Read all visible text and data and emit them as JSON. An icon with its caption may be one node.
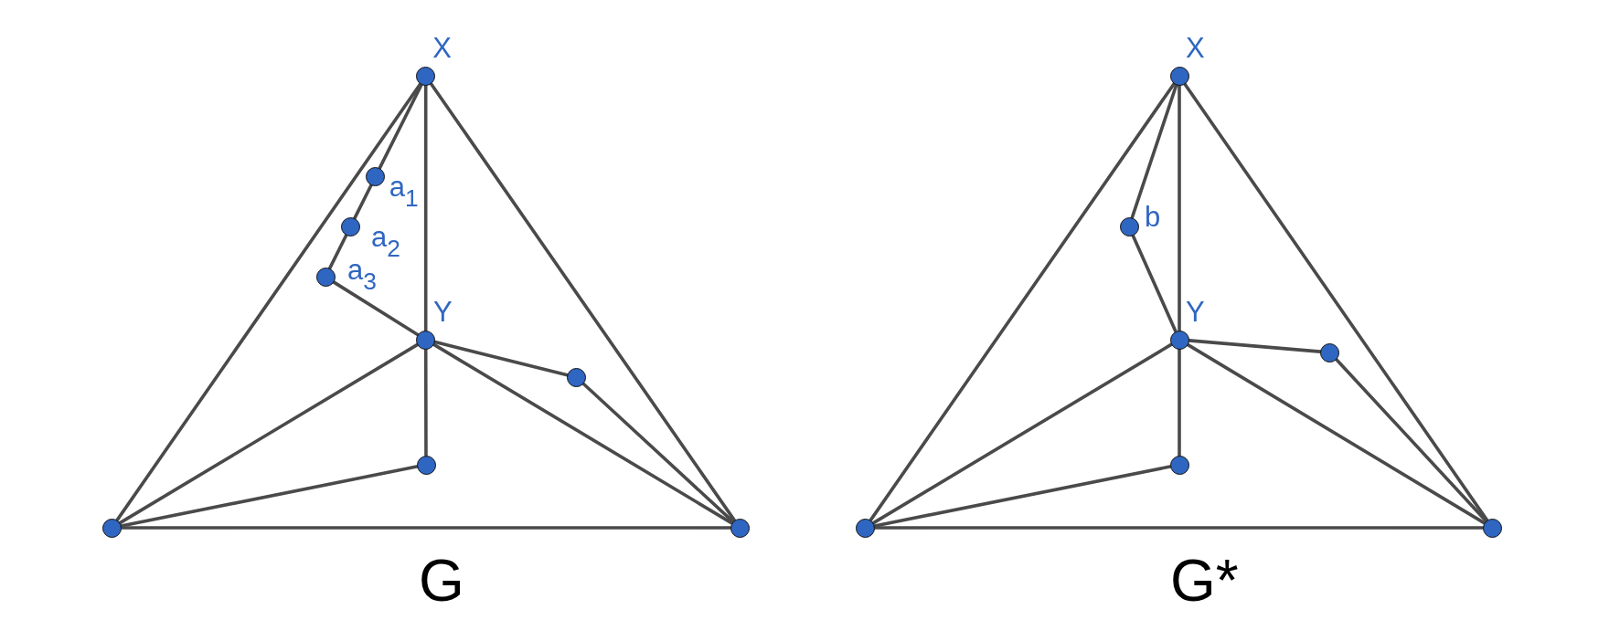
{
  "diagram": {
    "nodes": [
      {
        "text": [],
        "shape": "circle",
        "beside": [
          "X"
        ]
      },
      {
        "text": [],
        "shape": "circle",
        "beside": [
          "a$_{1}$"
        ]
      },
      {
        "text": [],
        "shape": "circle",
        "beside": [
          "a$_{2}$"
        ]
      },
      {
        "text": [],
        "shape": "circle",
        "beside": [
          "a$_{3}$"
        ]
      },
      {
        "text": [],
        "shape": "circle",
        "beside": [
          "Y"
        ]
      },
      {
        "text": [],
        "shape": "circle"
      },
      {
        "text": [],
        "shape": "circle"
      },
      {
        "text": [],
        "shape": "circle"
      },
      {
        "text": [],
        "shape": "circle"
      },
      {
        "text": [],
        "shape": "circle",
        "beside": [
          "X"
        ]
      },
      {
        "text": [],
        "shape": "circle",
        "beside": [
          "b"
        ]
      },
      {
        "text": [],
        "shape": "circle",
        "beside": [
          "Y"
        ]
      },
      {
        "text": [],
        "shape": "circle"
      },
      {
        "text": [],
        "shape": "circle"
      },
      {
        "text": [],
        "shape": "circle"
      },
      {
        "text": [],
        "shape": "circle"
      }
    ],
    "edges": [
      {
        "from": 0,
        "to": 7,
        "arrow": "none"
      },
      {
        "from": 0,
        "to": 1,
        "arrow": "none"
      },
      {
        "from": 1,
        "to": 2,
        "arrow": "none"
      },
      {
        "from": 2,
        "to": 3,
        "arrow": "none"
      },
      {
        "from": 3,
        "to": 4,
        "arrow": "none"
      },
      {
        "from": 0,
        "to": 4,
        "arrow": "none"
      },
      {
        "from": 0,
        "to": 8,
        "arrow": "none"
      },
      {
        "from": 4,
        "to": 7,
        "arrow": "none"
      },
      {
        "from": 4,
        "to": 6,
        "arrow": "none"
      },
      {
        "from": 4,
        "to": 5,
        "arrow": "none"
      },
      {
        "from": 4,
        "to": 8,
        "arrow": "none"
      },
      {
        "from": 5,
        "to": 8,
        "arrow": "none"
      },
      {
        "from": 6,
        "to": 7,
        "arrow": "none"
      },
      {
        "from": 7,
        "to": 8,
        "arrow": "none"
      },
      {
        "from": 9,
        "to": 14,
        "arrow": "none"
      },
      {
        "from": 9,
        "to": 10,
        "arrow": "none"
      },
      {
        "from": 10,
        "to": 11,
        "arrow": "none"
      },
      {
        "from": 9,
        "to": 11,
        "arrow": "none"
      },
      {
        "from": 9,
        "to": 15,
        "arrow": "none"
      },
      {
        "from": 11,
        "to": 14,
        "arrow": "none"
      },
      {
        "from": 11,
        "to": 13,
        "arrow": "none"
      },
      {
        "from": 11,
        "to": 12,
        "arrow": "none"
      },
      {
        "from": 11,
        "to": 15,
        "arrow": "none"
      },
      {
        "from": 12,
        "to": 15,
        "arrow": "none"
      },
      {
        "from": 13,
        "to": 14,
        "arrow": "none"
      },
      {
        "from": 14,
        "to": 15,
        "arrow": "none"
      }
    ],
    "labels": [
      "G",
      "G*"
    ]
  }
}
